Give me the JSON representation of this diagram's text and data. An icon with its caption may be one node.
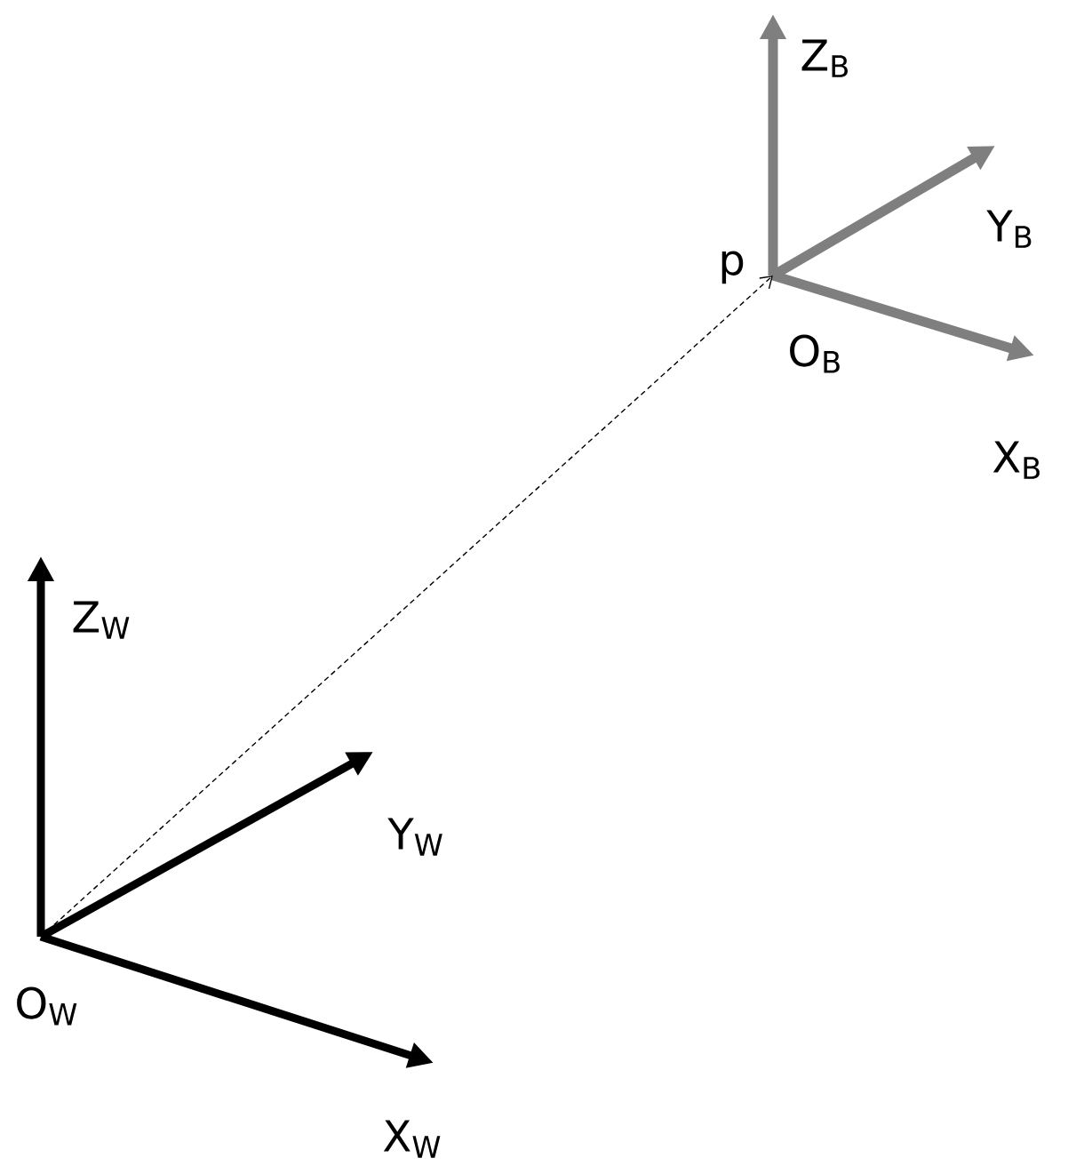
{
  "diagram": {
    "nodes": [
      {
        "text": [
          "O$_{W}$"
        ]
      },
      {
        "text": [
          "O$_{B}$"
        ]
      }
    ],
    "edges": [
      {
        "from": 0,
        "to": 1,
        "arrow": "to",
        "label": "p",
        "style": "dashed"
      }
    ],
    "labels": [
      "Z$_{B}$",
      "Y$_{B}$",
      "X$_{B}$",
      "Z$_{W}$",
      "Y$_{W}$",
      "X$_{W}$"
    ]
  }
}
